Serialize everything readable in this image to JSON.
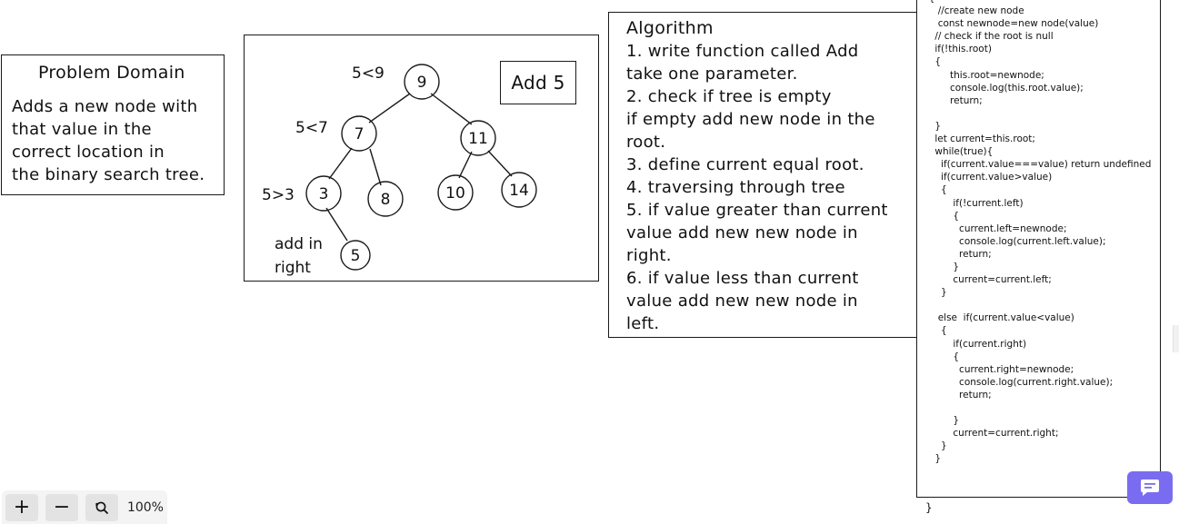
{
  "problem_domain": {
    "title": "Problem Domain",
    "body": "Adds a new node with\nthat value in the\ncorrect location in\nthe binary search tree."
  },
  "tree": {
    "add_label": "Add 5",
    "annotations": {
      "root_cmp": "5<9",
      "left_cmp": "5<7",
      "leaf_cmp": "5>3",
      "add_in": "add in",
      "right": "right"
    },
    "nodes": {
      "n9": "9",
      "n7": "7",
      "n11": "11",
      "n3": "3",
      "n8": "8",
      "n10": "10",
      "n14": "14",
      "n5": "5"
    }
  },
  "algorithm": {
    "title": "Algorithm",
    "lines": [
      "1. write function called Add",
      "take one parameter.",
      "2. check if tree is empty",
      "if empty add new node in the",
      "root.",
      "3. define current equal root.",
      "4. traversing through tree",
      "5. if value greater than current",
      "value add new new node in",
      "right.",
      "6. if value less than current",
      "value add new new node in",
      "left."
    ]
  },
  "code": {
    "text": "  {\n     //create new node\n     const newnode=new node(value)\n    // check if the root is null\n    if(!this.root)\n    {\n         this.root=newnode;\n         console.log(this.root.value);\n         return;\n\n    }\n    let current=this.root;\n    while(true){\n      if(current.value===value) return undefined\n      if(current.value>value)\n      {\n          if(!current.left)\n          {\n            current.left=newnode;\n            console.log(current.left.value);\n            return;\n          }\n          current=current.left;\n      }\n\n     else  if(current.value<value)\n      {\n          if(current.right)\n          {\n            current.right=newnode;\n            console.log(current.right.value);\n            return;\n\n          }\n          current=current.right;\n      }\n    }",
    "closing": "}"
  },
  "toolbar": {
    "zoom_in": "+",
    "zoom_out": "−",
    "zoom_level": "100%"
  },
  "icons": [
    "plus-icon",
    "minus-icon",
    "zoom-reset-icon",
    "chat-icon"
  ],
  "colors": {
    "chat_button": "#7a6cf0",
    "ink": "#111111",
    "toolbar_bg": "#f4f4f4"
  }
}
